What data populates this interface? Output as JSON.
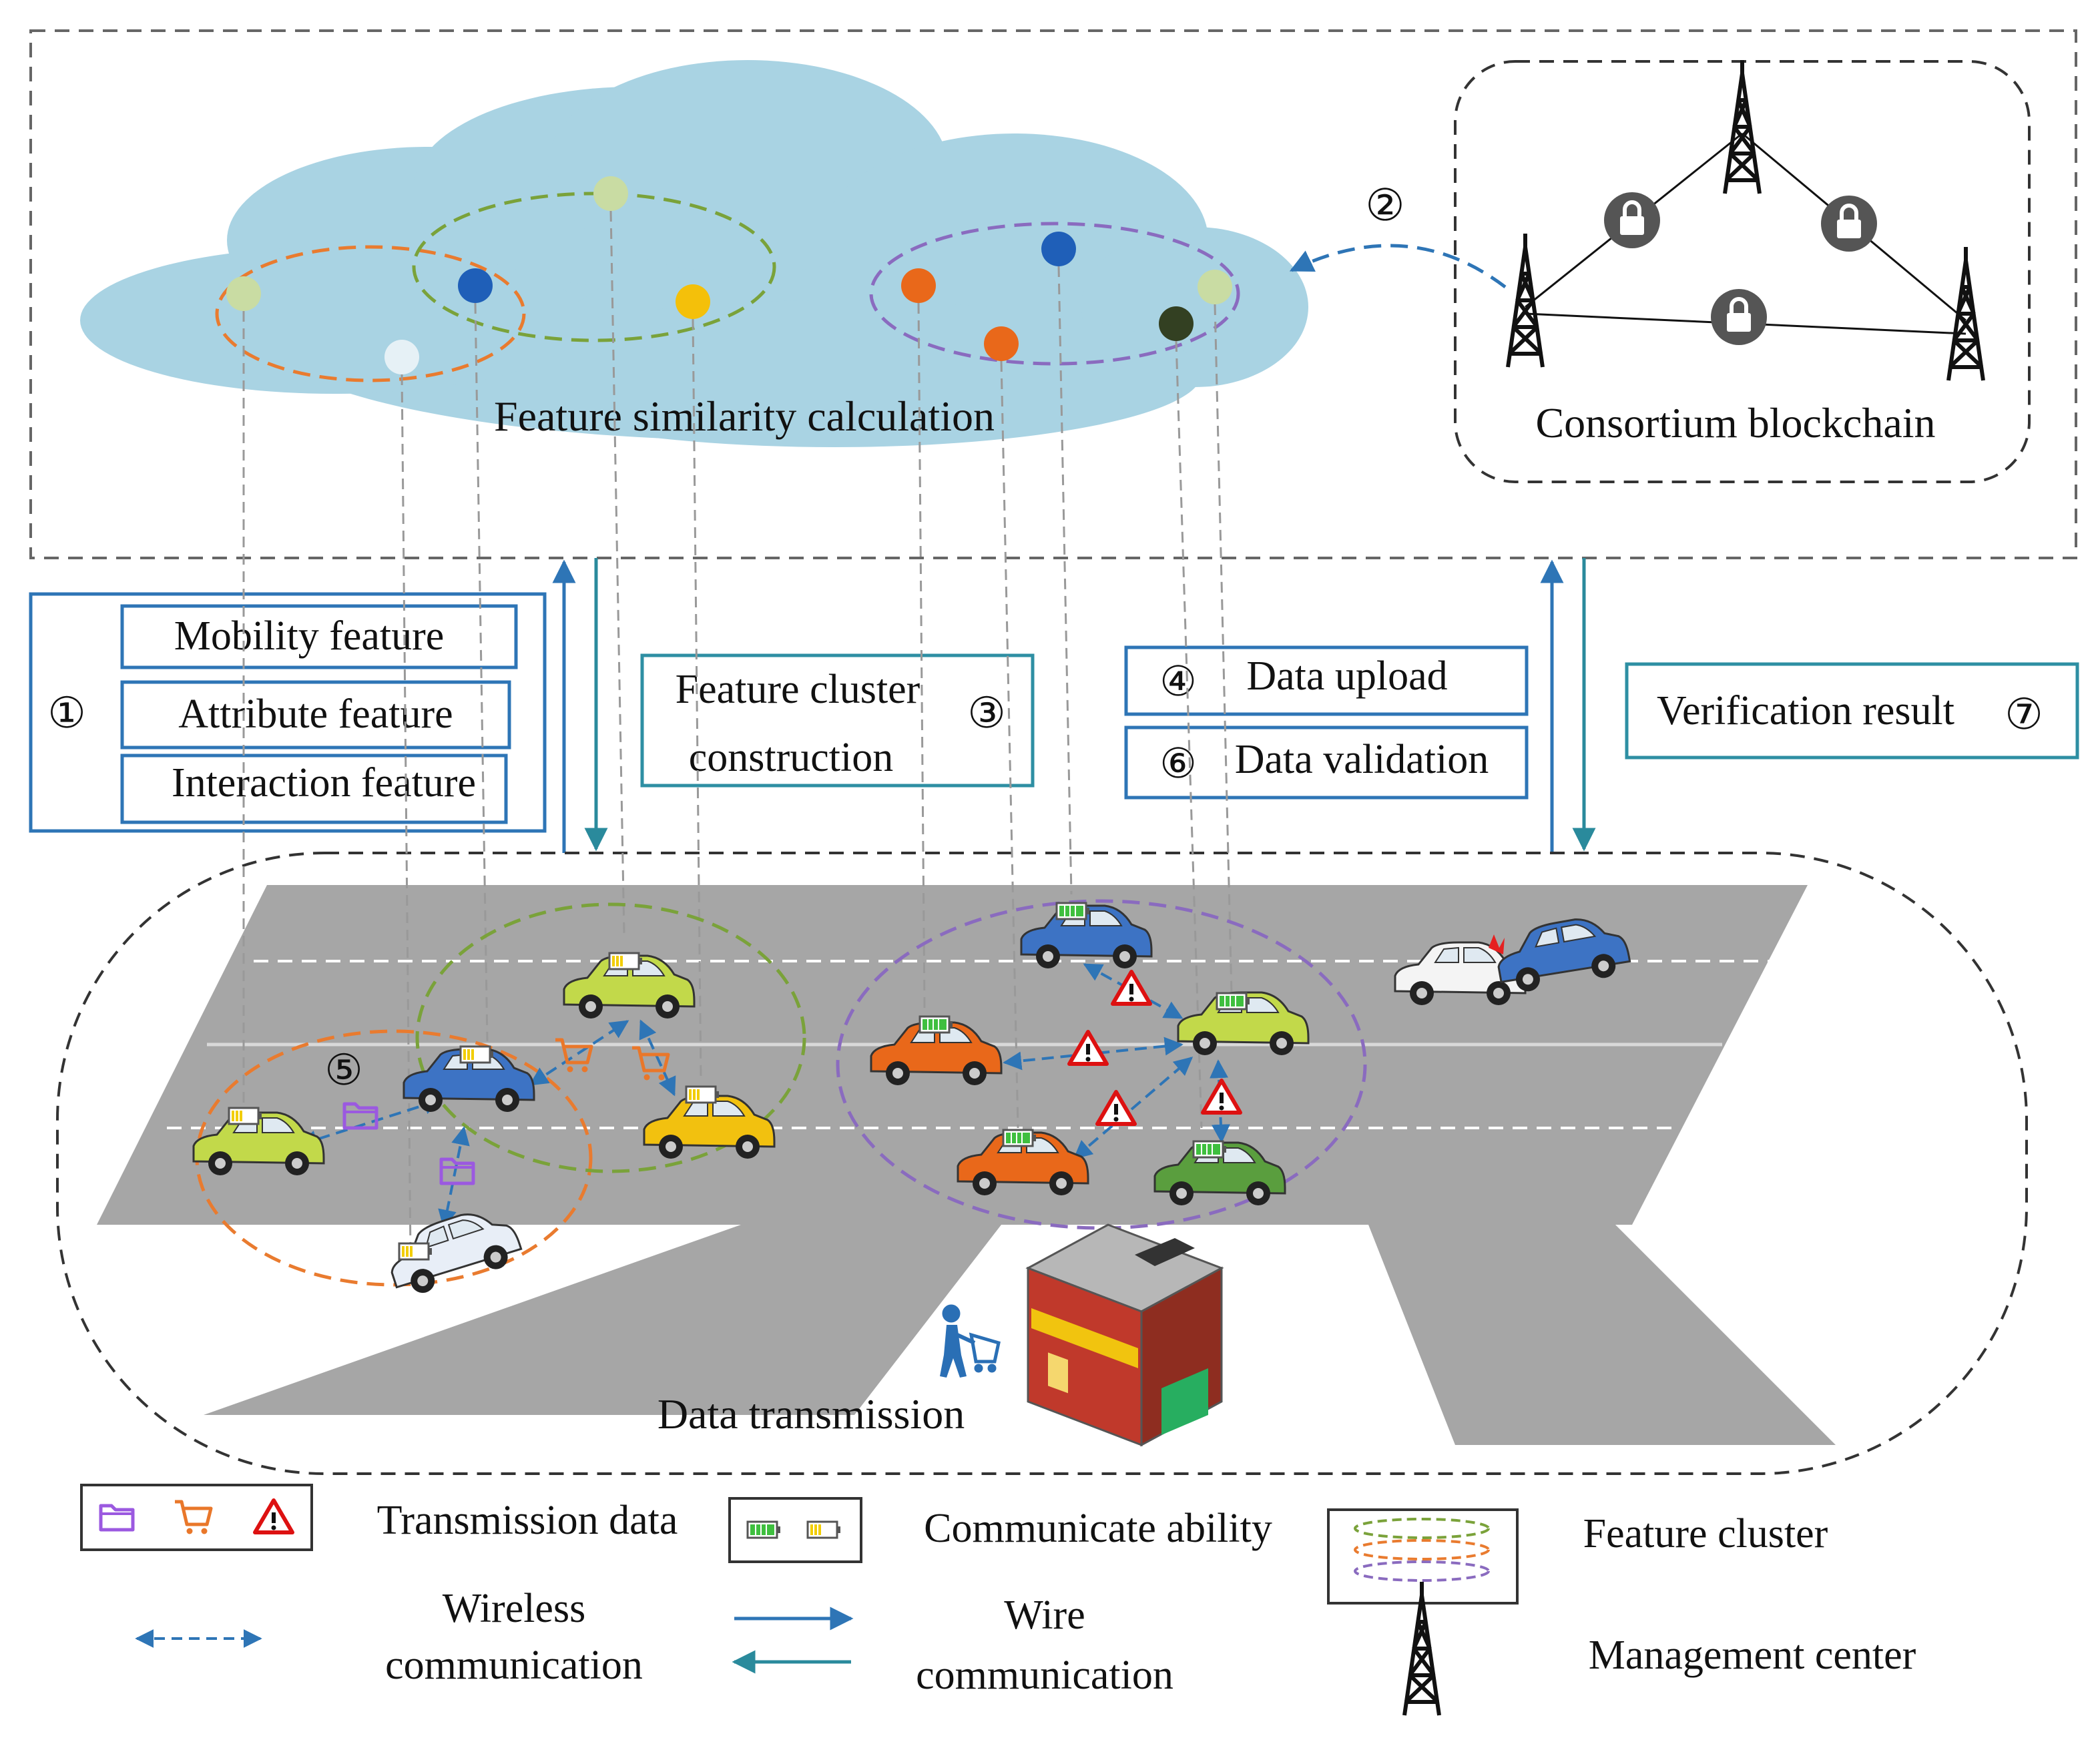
{
  "labels": {
    "cloud_title": "Feature similarity calculation",
    "blockchain_title": "Consortium blockchain",
    "data_transmission": "Data transmission",
    "feature_cluster_line1": "Feature cluster",
    "feature_cluster_line2": "construction",
    "data_upload": "Data upload",
    "data_validation": "Data validation",
    "verification_result": "Verification result",
    "features": [
      "Mobility feature",
      "Attribute feature",
      "Interaction  feature"
    ]
  },
  "steps": {
    "s1": "①",
    "s2": "②",
    "s3": "③",
    "s4": "④",
    "s5": "⑤",
    "s6": "⑥",
    "s7": "⑦"
  },
  "legend": {
    "transmission_data": "Transmission data",
    "communicate_ability": "Communicate ability",
    "feature_cluster": "Feature cluster",
    "wireless_1": "Wireless",
    "wireless_2": "communication",
    "wire_1": "Wire",
    "wire_2": "communication",
    "management_center": "Management center"
  },
  "colors": {
    "cloud": "#a9d3e3",
    "road": "#a6a6a6",
    "box_border": "#2e75b6",
    "teal_arrow": "#2a8a9c",
    "wireless_arrow": "#2e75b6",
    "cluster_orange": "#e97b2f",
    "cluster_green": "#7aa23a",
    "cluster_purple": "#8a6bbf"
  },
  "icons": [
    "folder-icon",
    "cart-icon",
    "warning-icon",
    "battery-icon",
    "tower-icon",
    "lock-icon",
    "car-icon",
    "shop-icon",
    "pedestrian-icon"
  ]
}
